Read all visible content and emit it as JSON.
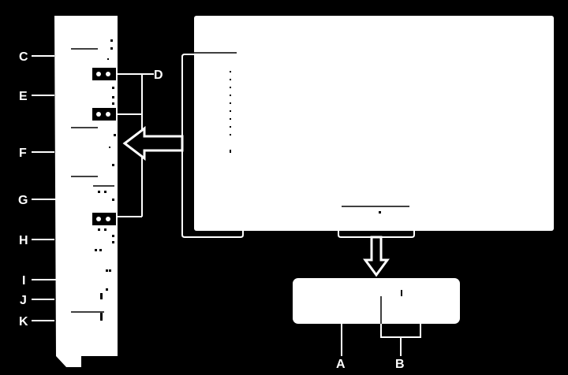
{
  "colors": {
    "background": "#000000",
    "panel": "#ffffff",
    "line": "#ffffff",
    "marks": "#000000"
  },
  "labels": {
    "a": "A",
    "b": "B",
    "c": "C",
    "d": "D",
    "e": "E",
    "f": "F",
    "g": "G",
    "h": "H",
    "i": "I",
    "j": "J",
    "k": "K"
  }
}
